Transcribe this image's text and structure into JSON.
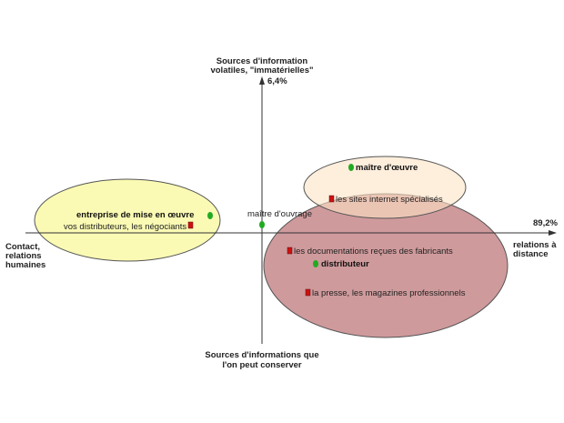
{
  "axes": {
    "top_label": [
      "Sources d'information",
      "volatiles, \"immatérielles\""
    ],
    "top_value": "6,4%",
    "bottom_label": [
      "Sources d'informations que",
      "l'on peut conserver"
    ],
    "left_label": [
      "Contact,",
      "relations",
      "humaines"
    ],
    "right_label": [
      "relations à",
      "distance"
    ],
    "right_value": "89,2%"
  },
  "groups": {
    "yellow": {
      "fill": "#fafab4",
      "stroke": "#555555"
    },
    "orange": {
      "fill": "#fde3c4",
      "stroke": "#555555"
    },
    "rose": {
      "fill": "#cf9a9c",
      "stroke": "#555555"
    }
  },
  "colors": {
    "green_marker": "#22aa22",
    "red_marker": "#cc1111"
  },
  "items": {
    "entreprise": "entreprise de mise en œuvre",
    "distributeurs_negociants": "vos distributeurs, les négociants",
    "maitre_ouvrage": "maître d'ouvrage",
    "maitre_oeuvre": "maître d'œuvre",
    "sites_internet": "les sites internet spécialisés",
    "documentations": "les documentations reçues des fabricants",
    "distributeur": "distributeur",
    "presse": "la presse, les magazines professionnels"
  }
}
